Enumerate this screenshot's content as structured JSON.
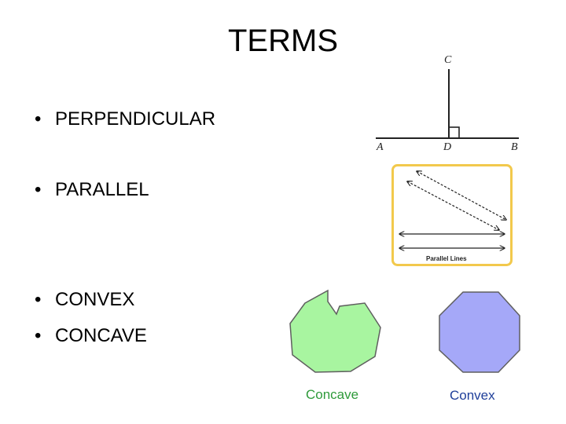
{
  "title": "TERMS",
  "bullets": [
    {
      "text": "PERPENDICULAR"
    },
    {
      "text": "PARALLEL"
    },
    {
      "text": "CONVEX"
    },
    {
      "text": "CONCAVE"
    }
  ],
  "bullet_glyph": "•",
  "perpendicular_figure": {
    "labels": {
      "a": "A",
      "b": "B",
      "c": "C",
      "d": "D"
    }
  },
  "parallel_figure": {
    "caption": "Parallel Lines",
    "frame_color": "#f2c94c"
  },
  "polygons": {
    "concave": {
      "label": "Concave",
      "fill": "#a8f5a0",
      "label_color": "#2e9a3a"
    },
    "convex": {
      "label": "Convex",
      "fill": "#a5a8f8",
      "label_color": "#1f3f9a"
    }
  }
}
